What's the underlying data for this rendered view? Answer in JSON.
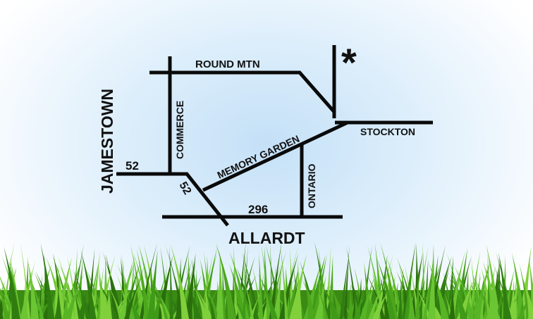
{
  "map": {
    "roads": {
      "round_mtn": "ROUND MTN",
      "commerce": "COMMERCE",
      "memory_garden": "MEMORY GARDEN",
      "ontario": "ONTARIO",
      "stockton": "STOCKTON",
      "hwy_52_west": "52",
      "hwy_52_south": "52",
      "hwy_296": "296"
    },
    "towns": {
      "jamestown": "JAMESTOWN",
      "allardt": "ALLARDT"
    },
    "destination_marker": "*"
  },
  "colors": {
    "road": "#0a0a0a",
    "sky_center": "#c4e0f7",
    "grass_dark": "#2f7d10",
    "grass_light": "#7fd03a"
  },
  "decor": {
    "grass_icon": "grass-icon"
  }
}
